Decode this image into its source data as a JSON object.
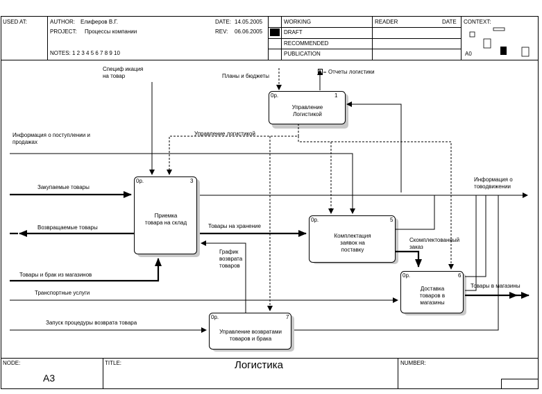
{
  "header": {
    "used_at": "USED AT:",
    "author_label": "AUTHOR:",
    "author": "Елиферов В.Г.",
    "project_label": "PROJECT:",
    "project": "Процессы компании",
    "date_label": "DATE:",
    "date": "14.05.2005",
    "rev_label": "REV:",
    "rev": "06.06.2005",
    "notes": "NOTES: 1 2 3 4 5 6 7 8 9 10",
    "status": [
      "WORKING",
      "DRAFT",
      "RECOMMENDED",
      "PUBLICATION"
    ],
    "reader": "READER",
    "date_col": "DATE",
    "context": "CONTEXT:",
    "context_node": "A0"
  },
  "footer": {
    "node_label": "NODE:",
    "node": "A3",
    "title_label": "TITLE:",
    "title": "Логистика",
    "number_label": "NUMBER:"
  },
  "boxes": [
    {
      "id": "box-1",
      "num": "1",
      "corner": "0р.",
      "text": "Управление\nЛогистикой"
    },
    {
      "id": "box-3",
      "num": "3",
      "corner": "0р.",
      "text": "Приемка\nтовара на склад"
    },
    {
      "id": "box-5",
      "num": "5",
      "corner": "0р.",
      "text": "Комплектация\nзаявок на\nпоставку"
    },
    {
      "id": "box-6",
      "num": "6",
      "corner": "0р.",
      "text": "Доставка\nтоваров в\nмагазины"
    },
    {
      "id": "box-7",
      "num": "7",
      "corner": "0р.",
      "text": "Управление возвратами\nтоваров и брака"
    }
  ],
  "labels": {
    "spec": "Специф икация\nна товар",
    "plans": "Планы и бюджеты",
    "reports": "Отчеты логистики",
    "info_in": "Информация о поступлении и\nпродажах",
    "mgmt": "Управление логистикой",
    "purchased": "Закупаемые товары",
    "returned": "Возвращаемые товары",
    "defects": "Товары и брак из магазинов",
    "transport": "Транспортные услуги",
    "return_start": "Запуск процедуры возврата товара",
    "storage": "Товары на хранение",
    "schedule": "График\nвозврата\nтоваров",
    "info_out": "Информация о\nтоводвижении",
    "completed": "Скомплектованный\nзаказ",
    "to_stores": "Товары в магазины"
  }
}
